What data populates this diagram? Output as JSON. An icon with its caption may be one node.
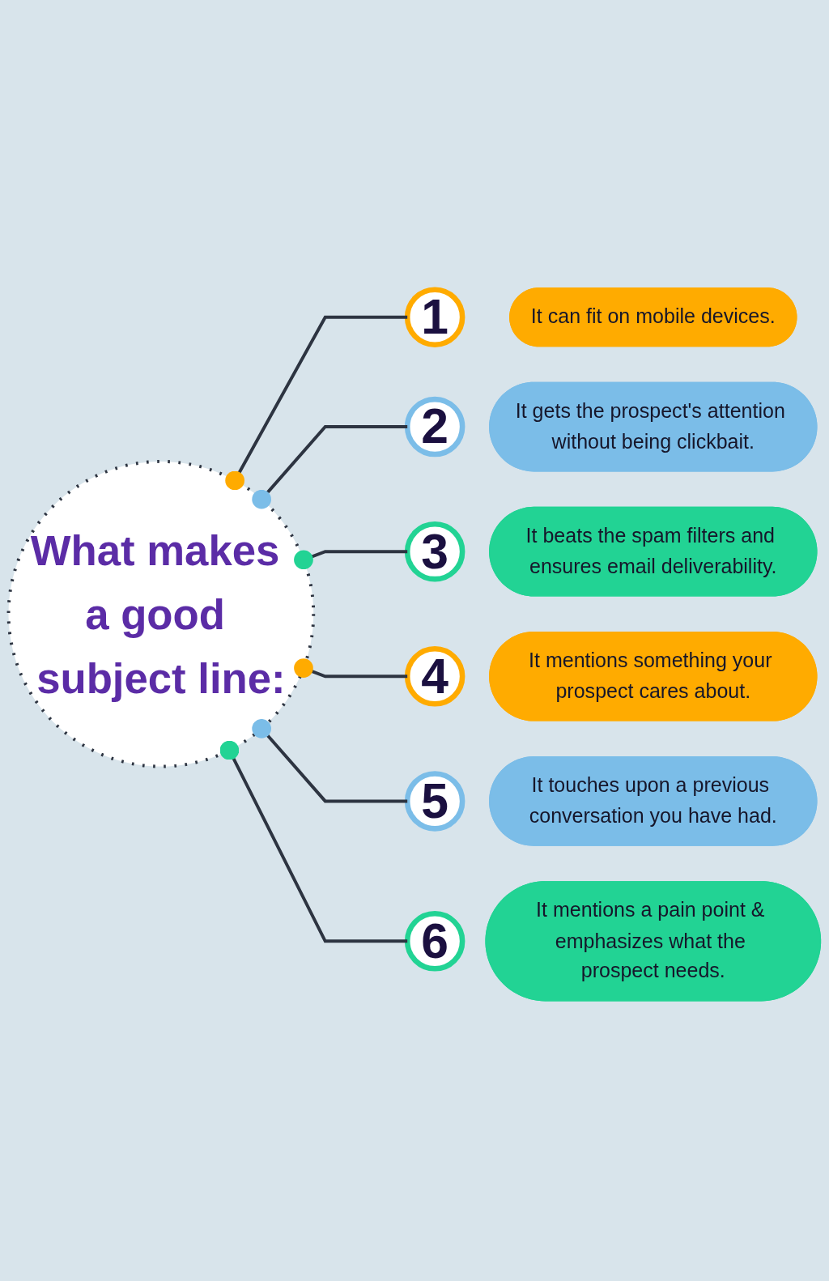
{
  "diagram": {
    "nodes": [
      {
        "text": [
          "What makes a good subject line:"
        ]
      },
      {
        "text": [
          "1"
        ]
      },
      {
        "text": [
          "It can fit on mobile devices."
        ]
      },
      {
        "text": [
          "2"
        ]
      },
      {
        "text": [
          "It gets the prospect's attention without being clickbait."
        ]
      },
      {
        "text": [
          "3"
        ]
      },
      {
        "text": [
          "It beats the spam filters and ensures email deliverability."
        ]
      },
      {
        "text": [
          "4"
        ]
      },
      {
        "text": [
          "It mentions something your prospect cares about."
        ]
      },
      {
        "text": [
          "5"
        ]
      },
      {
        "text": [
          "It touches upon a previous conversation you have had."
        ]
      },
      {
        "text": [
          "6"
        ]
      },
      {
        "text": [
          "It mentions a pain point & emphasizes what the prospect needs."
        ]
      }
    ],
    "edges": [
      {
        "from": 0,
        "to": 1,
        "arrow": "other"
      },
      {
        "from": 0,
        "to": 3,
        "arrow": "other"
      },
      {
        "from": 0,
        "to": 5,
        "arrow": "other"
      },
      {
        "from": 0,
        "to": 7,
        "arrow": "other"
      },
      {
        "from": 0,
        "to": 9,
        "arrow": "other"
      },
      {
        "from": 0,
        "to": 11,
        "arrow": "other"
      }
    ]
  }
}
